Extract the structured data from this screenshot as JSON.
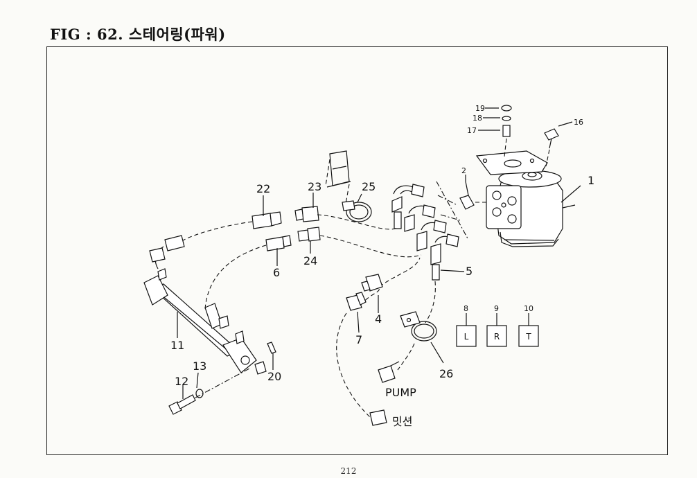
{
  "figure": {
    "title": "FIG : 62. 스테어링(파워)",
    "page_number": "212"
  },
  "labels": {
    "p1": "1",
    "p2": "2",
    "p4": "4",
    "p5": "5",
    "p6": "6",
    "p7": "7",
    "p8": "8",
    "p9": "9",
    "p10": "10",
    "p11": "11",
    "p12": "12",
    "p13": "13",
    "p16": "16",
    "p17": "17",
    "p18": "18",
    "p19": "19",
    "p20": "20",
    "p22": "22",
    "p23": "23",
    "p24": "24",
    "p25": "25",
    "p26": "26"
  },
  "callouts": {
    "pump": "PUMP",
    "mission": "밋션"
  },
  "port_boxes": {
    "left": "L",
    "right": "R",
    "tank": "T"
  }
}
